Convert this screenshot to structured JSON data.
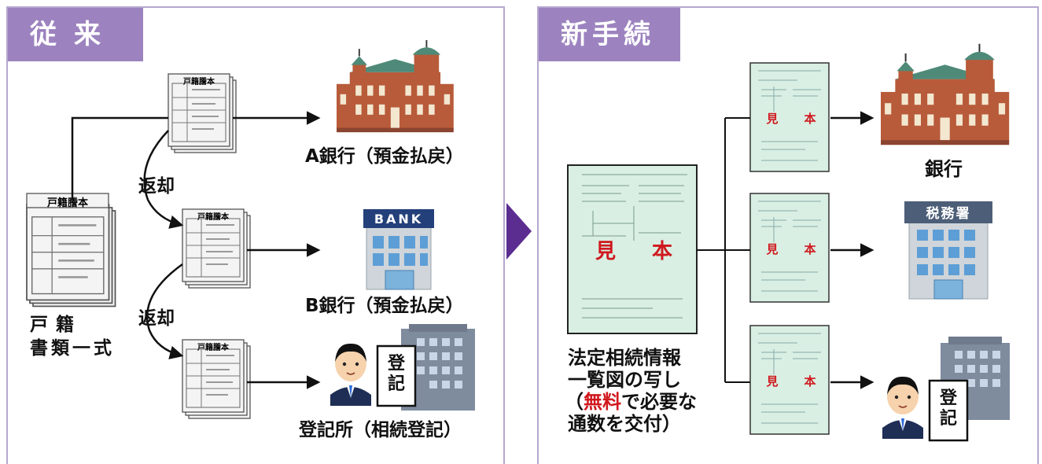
{
  "old": {
    "tab_label": "従来",
    "doc_title": "戸籍謄本",
    "document_label_line1": "戸籍",
    "document_label_line2": "書類一式",
    "return_label_1": "返却",
    "return_label_2": "返却",
    "bank_a_label": "A銀行（預金払戻）",
    "bank_b_label": "B銀行（預金払戻）",
    "registry_label": "登記所（相続登記）",
    "bank_sign": "BANK",
    "registry_sign": "登記"
  },
  "new": {
    "tab_label": "新手続",
    "mihon_left": "見",
    "mihon_right": "本",
    "cert_label_line1": "法定相続情報",
    "cert_label_line2": "一覧図の写し",
    "cert_label_line3_open": "（",
    "cert_label_free": "無料",
    "cert_label_line3_rest": "で必要な",
    "cert_label_line4": "通数を交付）",
    "bank_label": "銀行",
    "tax_office_sign": "税務署",
    "registry_sign": "登記"
  },
  "colors": {
    "tab": "#9c83bf",
    "panel_border": "#b7a7cf",
    "arrow_purple": "#5b2d91",
    "doc_green": "#d9efe3",
    "brick": "#b85b3a",
    "roof_green": "#4f8a78",
    "mihon_red": "#d0181e"
  }
}
